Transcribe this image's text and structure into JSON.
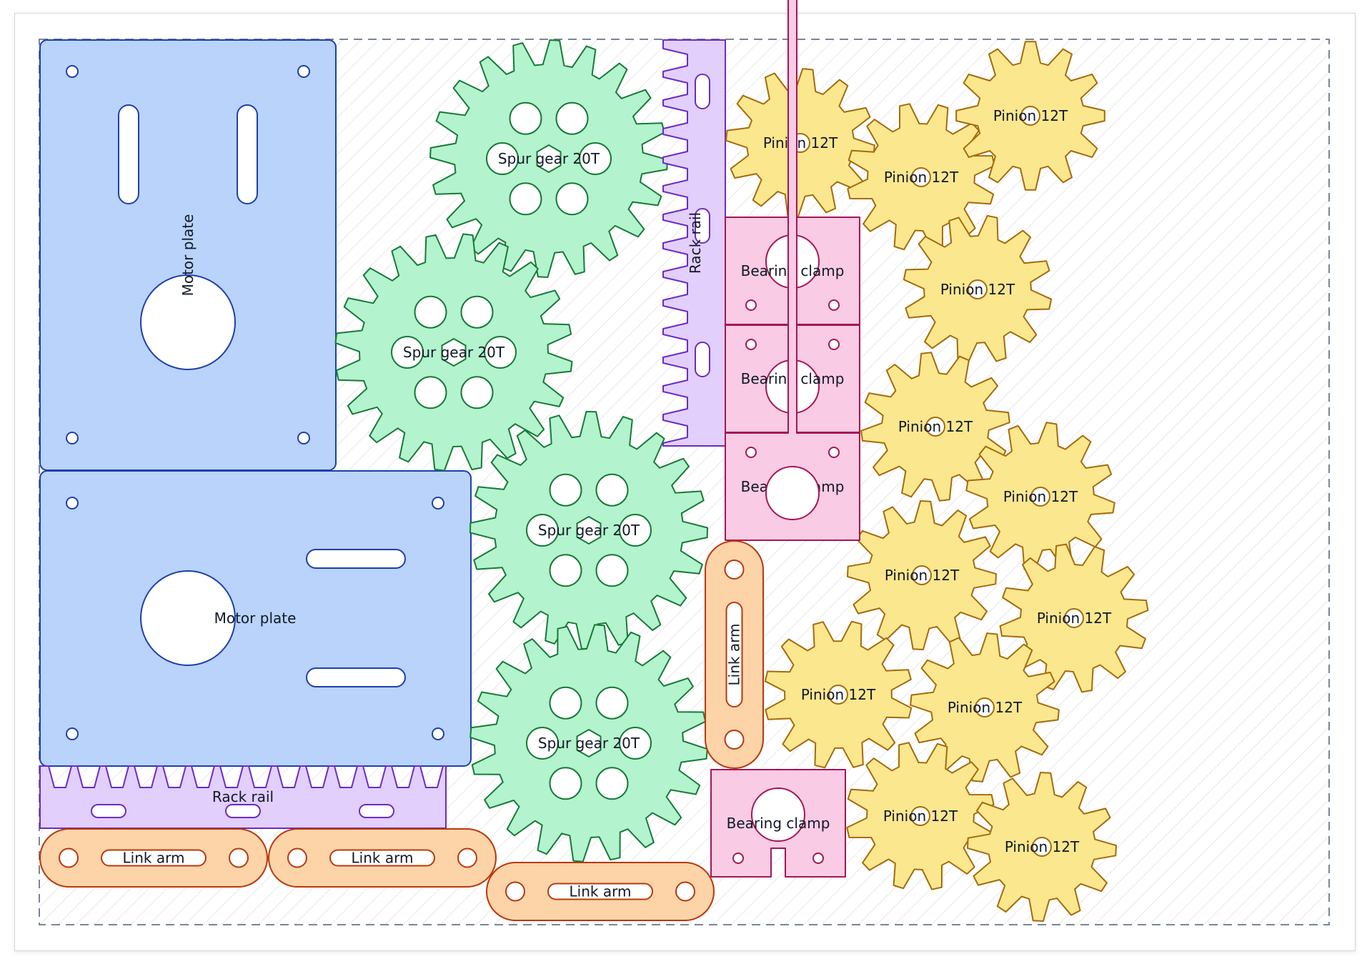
{
  "colors": {
    "sheet_border": "#7a8599",
    "hatch": "#d9d9d9",
    "motor_plate": {
      "fill": "#b9d3fb",
      "stroke": "#1e3fae"
    },
    "spur_gear": {
      "fill": "#b3f3cd",
      "stroke": "#167a37"
    },
    "rack_rail": {
      "fill": "#e2cffc",
      "stroke": "#6b2bc6"
    },
    "pinion": {
      "fill": "#fbe78e",
      "stroke": "#a46b0c"
    },
    "bearing_clamp": {
      "fill": "#f9cbe4",
      "stroke": "#a51655"
    },
    "link_arm": {
      "fill": "#fdd4a8",
      "stroke": "#b9380c"
    }
  },
  "labels": {
    "motor_plate": "Motor plate",
    "spur_gear": "Spur gear 20T",
    "rack_rail": "Rack rail",
    "pinion": "Pinion 12T",
    "bearing_clamp": "Bearing clamp",
    "link_arm": "Link arm"
  }
}
